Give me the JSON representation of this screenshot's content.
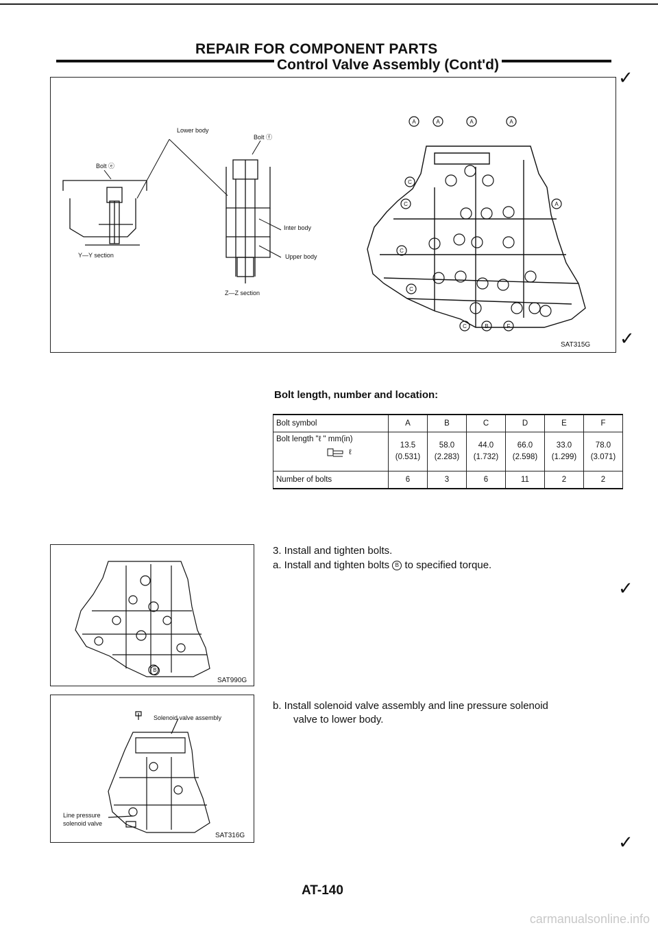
{
  "header": {
    "section_title": "REPAIR FOR COMPONENT PARTS",
    "subsection_title": "Control Valve Assembly (Cont'd)"
  },
  "main_figure": {
    "code": "SAT315G",
    "labels": {
      "lower_body": "Lower body",
      "bolt_f": "Bolt ⓕ",
      "bolt_e": "Bolt ⓔ",
      "inter_body": "Inter body",
      "upper_body": "Upper body",
      "yy_section": "Y—Y section",
      "zz_section": "Z—Z section"
    }
  },
  "bolt_table": {
    "heading": "Bolt length, number and location:",
    "row_label_symbol": "Bolt symbol",
    "row_label_length": "Bolt length \"ℓ \" mm(in)",
    "row_label_number": "Number of bolts",
    "length_icon_letter": "ℓ",
    "columns": [
      {
        "symbol": "A",
        "mm": "13.5",
        "in": "(0.531)",
        "count": "6"
      },
      {
        "symbol": "B",
        "mm": "58.0",
        "in": "(2.283)",
        "count": "3"
      },
      {
        "symbol": "C",
        "mm": "44.0",
        "in": "(1.732)",
        "count": "6"
      },
      {
        "symbol": "D",
        "mm": "66.0",
        "in": "(2.598)",
        "count": "11"
      },
      {
        "symbol": "E",
        "mm": "33.0",
        "in": "(1.299)",
        "count": "2"
      },
      {
        "symbol": "F",
        "mm": "78.0",
        "in": "(3.071)",
        "count": "2"
      }
    ]
  },
  "figure_sat990g": {
    "code": "SAT990G",
    "callout": "B"
  },
  "figure_sat316g": {
    "code": "SAT316G",
    "solenoid_label": "Solenoid valve assembly",
    "line_pressure_label_1": "Line pressure",
    "line_pressure_label_2": "solenoid valve"
  },
  "steps": {
    "step3": "3.  Install and tighten bolts.",
    "step_a_prefix": "a.  Install and tighten bolts",
    "step_a_symbol": "B",
    "step_a_suffix": "to specified torque.",
    "step_b_line1": "b.  Install solenoid valve assembly and line pressure solenoid",
    "step_b_line2": "valve to lower body."
  },
  "footer": {
    "page_number": "AT-140",
    "watermark": "carmanualsonline.info"
  }
}
